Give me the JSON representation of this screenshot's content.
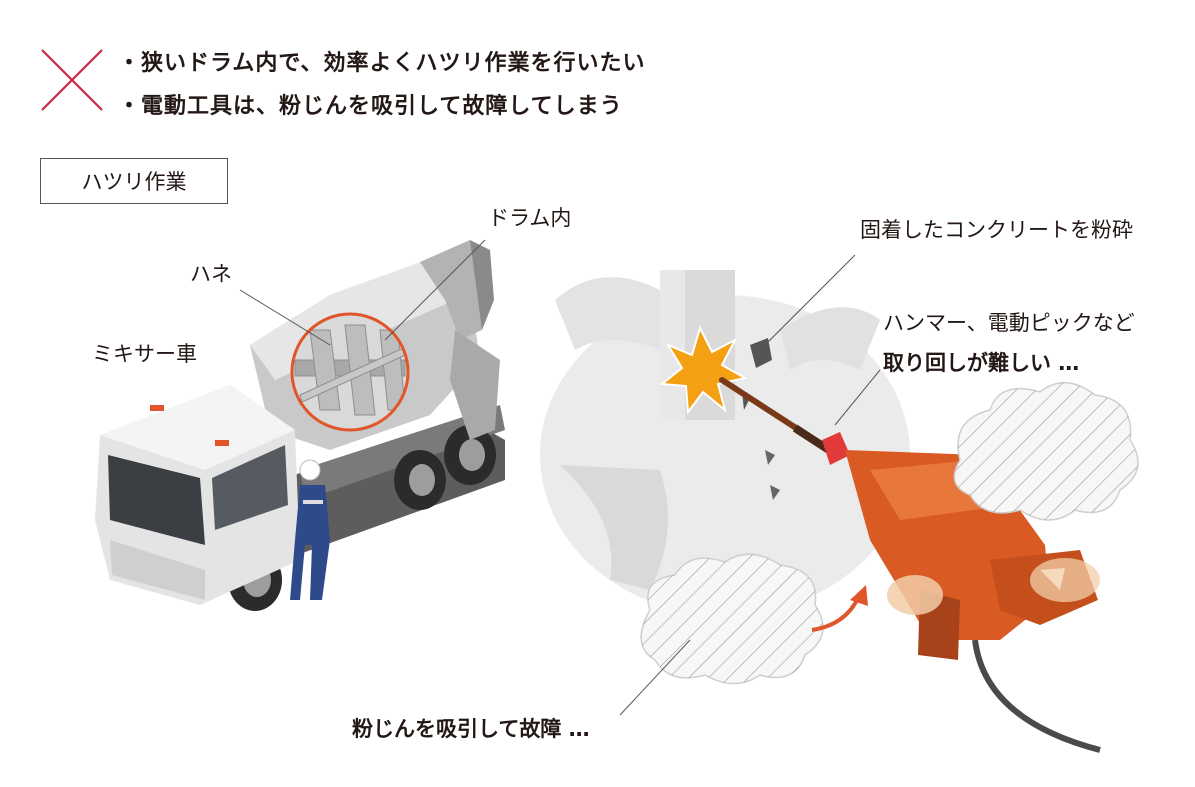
{
  "header": {
    "cross_icon": "x-mark-icon",
    "cross_color": "#c8274a",
    "bullets": [
      "・狭いドラム内で、効率よくハツリ作業を行いたい",
      "・電動工具は、粉じんを吸引して故障してしまう"
    ]
  },
  "section_tag": "ハツリ作業",
  "labels": {
    "drum_inside": "ドラム内",
    "blade": "ハネ",
    "mixer_truck": "ミキサー車",
    "crush": "固着したコンクリートを粉砕",
    "tools_line1": "ハンマー、電動ピックなど",
    "tools_line2": "取り回しが難しい …",
    "dust": "粉じんを吸引して故障 …"
  },
  "colors": {
    "accent_orange": "#e0562a",
    "tool_body": "#d95a22",
    "impact": "#f3a012"
  }
}
